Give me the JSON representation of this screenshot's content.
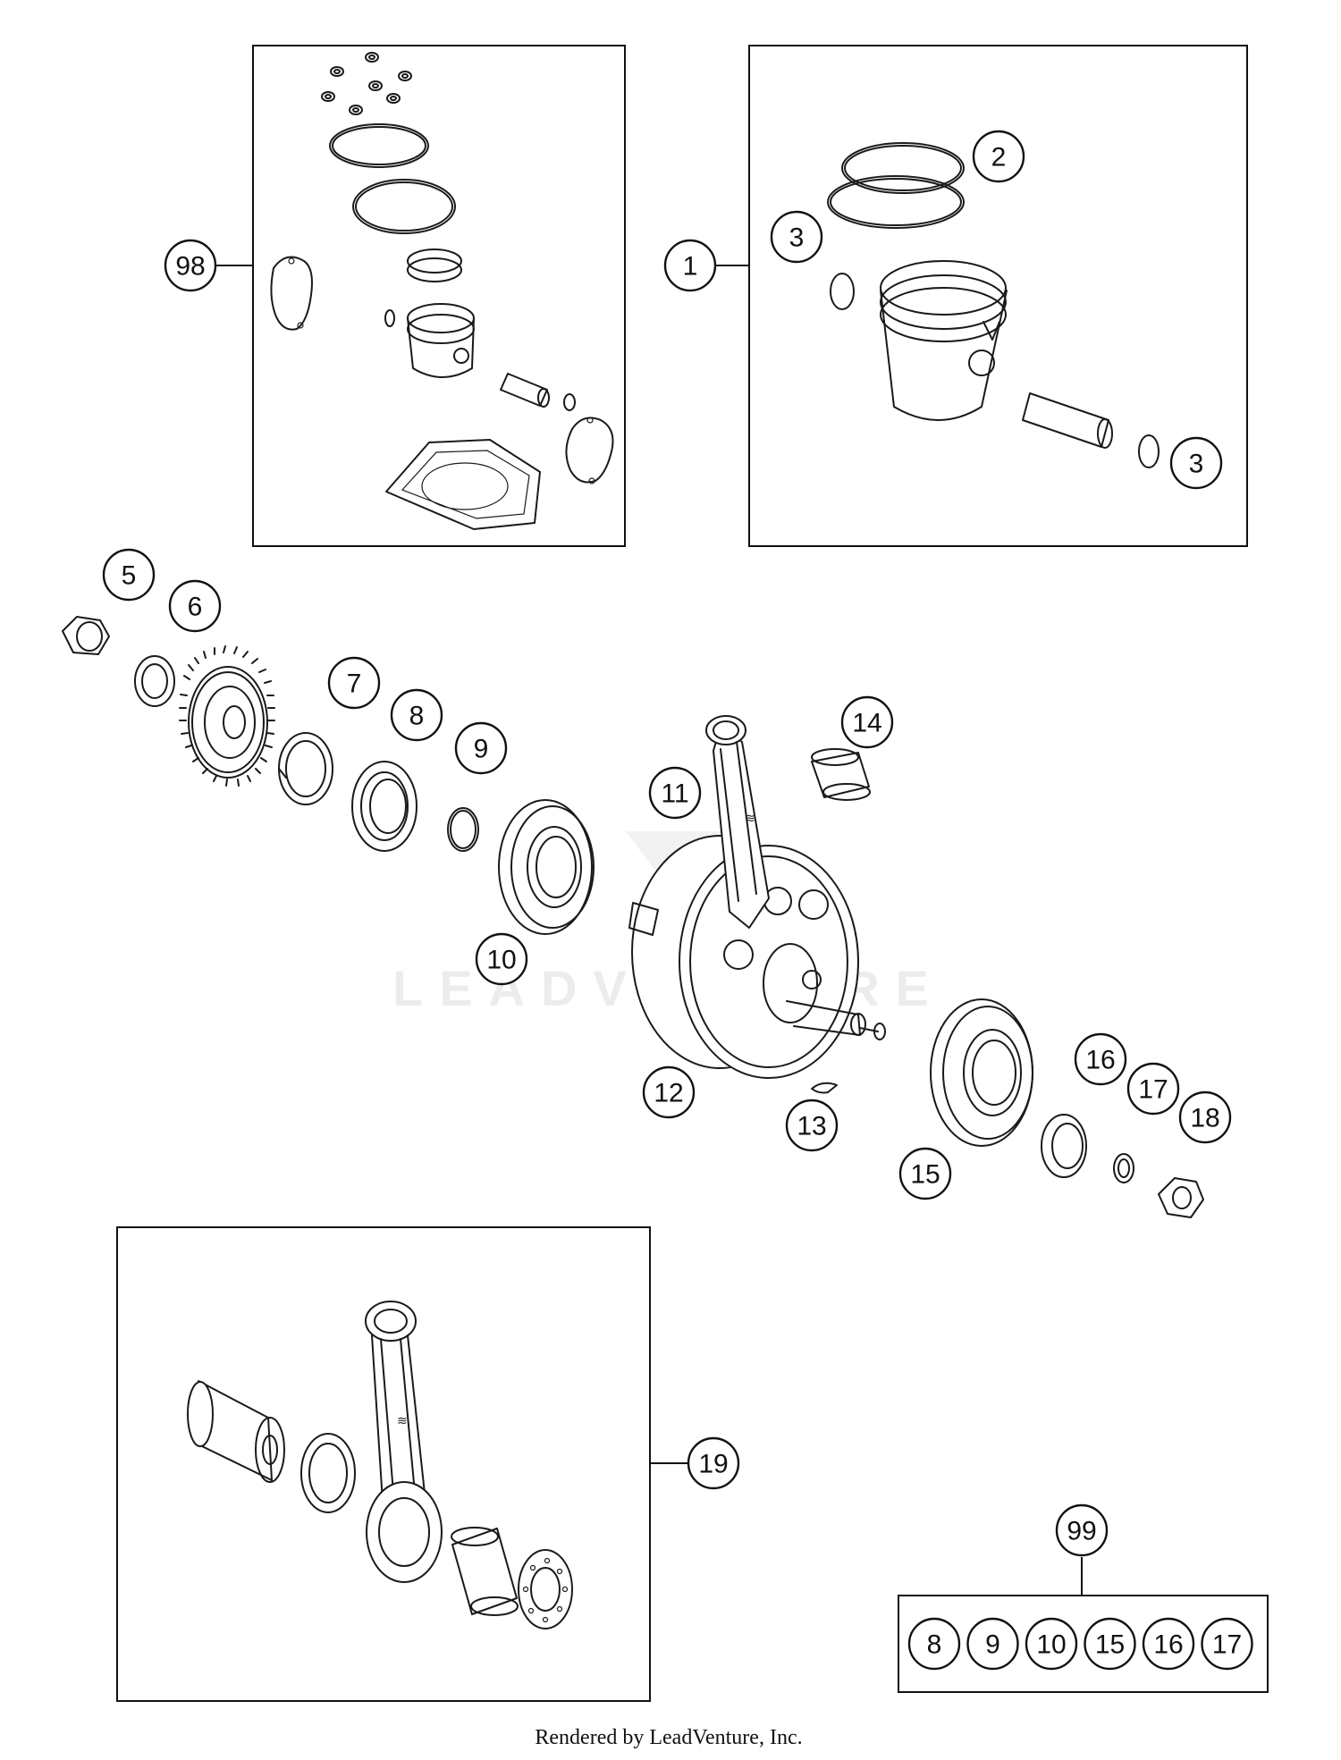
{
  "diagram": {
    "callouts": [
      {
        "id": "c98",
        "label": "98"
      },
      {
        "id": "c1",
        "label": "1"
      },
      {
        "id": "c2",
        "label": "2"
      },
      {
        "id": "c3a",
        "label": "3"
      },
      {
        "id": "c3b",
        "label": "3"
      },
      {
        "id": "c5",
        "label": "5"
      },
      {
        "id": "c6",
        "label": "6"
      },
      {
        "id": "c7",
        "label": "7"
      },
      {
        "id": "c8",
        "label": "8"
      },
      {
        "id": "c9",
        "label": "9"
      },
      {
        "id": "c10",
        "label": "10"
      },
      {
        "id": "c11",
        "label": "11"
      },
      {
        "id": "c12",
        "label": "12"
      },
      {
        "id": "c13",
        "label": "13"
      },
      {
        "id": "c14",
        "label": "14"
      },
      {
        "id": "c15",
        "label": "15"
      },
      {
        "id": "c16",
        "label": "16"
      },
      {
        "id": "c17",
        "label": "17"
      },
      {
        "id": "c18",
        "label": "18"
      },
      {
        "id": "c19",
        "label": "19"
      },
      {
        "id": "c99",
        "label": "99"
      }
    ],
    "kit99_items": [
      "8",
      "9",
      "10",
      "15",
      "16",
      "17"
    ],
    "watermark": "LEADVENTURE",
    "footer": "Rendered by LeadVenture, Inc."
  }
}
